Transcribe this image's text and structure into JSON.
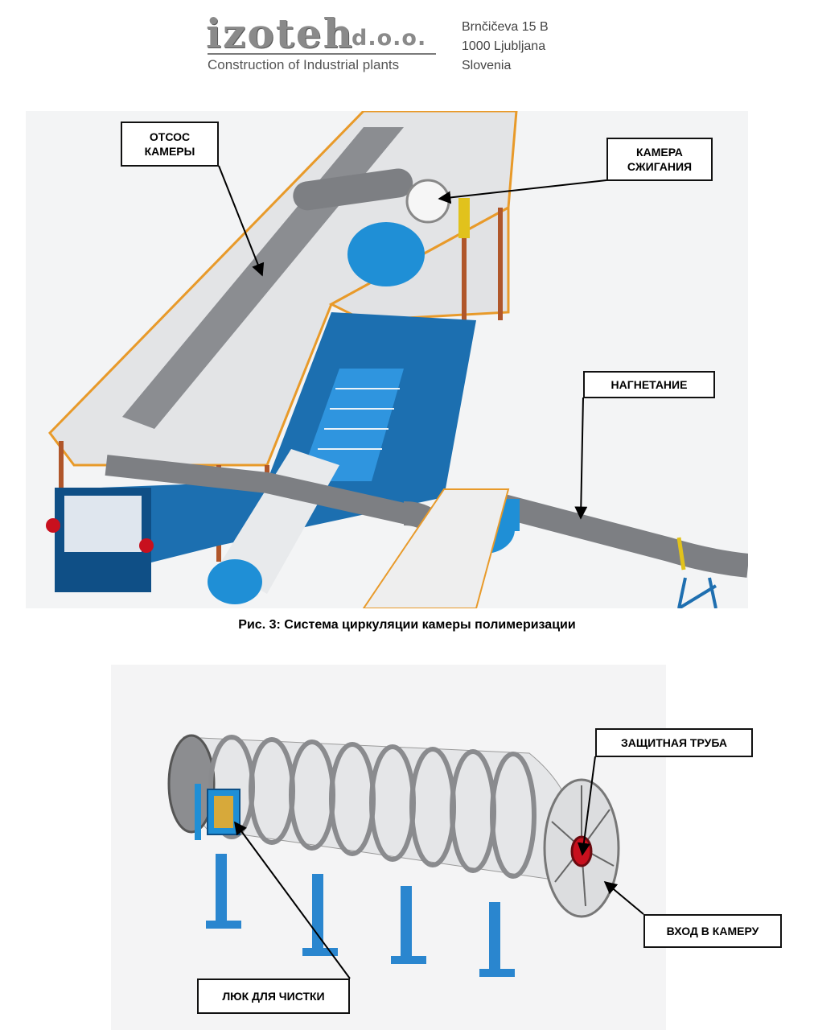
{
  "header": {
    "logo_word": "izoteh",
    "logo_suffix": "d.o.o.",
    "tagline": "Construction of Industrial plants",
    "address": [
      "Brnčičeva 15 B",
      "1000 Ljubljana",
      "Slovenia"
    ]
  },
  "figure1": {
    "callouts": {
      "exhaust": "ОТСОС\nКАМЕРЫ",
      "combustion": "КАМЕРА\nСЖИГАНИЯ",
      "injection": "НАГНЕТАНИЕ"
    },
    "caption": "Рис. 3: Система циркуляции камеры полимеризации"
  },
  "figure2": {
    "callouts": {
      "protective_pipe": "ЗАЩИТНАЯ ТРУБА",
      "chamber_inlet": "ВХОД В КАМЕРУ",
      "cleaning_hatch": "ЛЮК ДЛЯ ЧИСТКИ"
    }
  },
  "colors": {
    "steel_blue": "#1f8fd6",
    "duct_grey": "#7d7f83",
    "railing_orange": "#e89a2a",
    "burner_red": "#c8101e"
  }
}
